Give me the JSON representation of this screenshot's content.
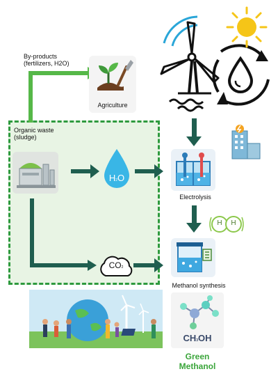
{
  "labels": {
    "byproducts": "By-products\n(fertilizers, H2O)",
    "agriculture": "Agriculture",
    "organic_waste": "Organic waste\n(sludge)",
    "electrolysis": "Electrolysis",
    "methanol_synthesis": "Methanol synthesis",
    "green_methanol": "Green\nMethanol"
  },
  "chemistry": {
    "h2o_main": "H",
    "h2o_sub": "2",
    "h2o_end": "O",
    "co2_main": "CO",
    "co2_sub": "2",
    "ch3oh_a": "CH",
    "ch3oh_sub": "3",
    "ch3oh_b": "OH",
    "h_left": "H",
    "h_right": "H"
  },
  "colors": {
    "arrow_dark": "#1f5e4f",
    "arrow_green": "#56b848",
    "dashed_border": "#2e9a3e",
    "region_fill": "#e8f4e4",
    "accent_blue": "#2aa6d8",
    "sun": "#f5c518",
    "title_green": "#3aa53a"
  },
  "icons": {
    "wind_turbine": "wind-turbine-icon",
    "sun": "sun-icon",
    "water_cycle": "water-cycle-icon",
    "plant_shovel": "plant-shovel-icon",
    "biogas_plant": "biogas-plant-icon",
    "water_drop": "water-drop-icon",
    "co2_cloud": "co2-cloud-icon",
    "electrolyzer": "electrolyzer-icon",
    "power_station": "power-station-icon",
    "hydrogen": "hydrogen-molecule-icon",
    "reactor": "methanol-reactor-icon",
    "molecule": "methanol-molecule-icon",
    "community": "community-illustration"
  }
}
